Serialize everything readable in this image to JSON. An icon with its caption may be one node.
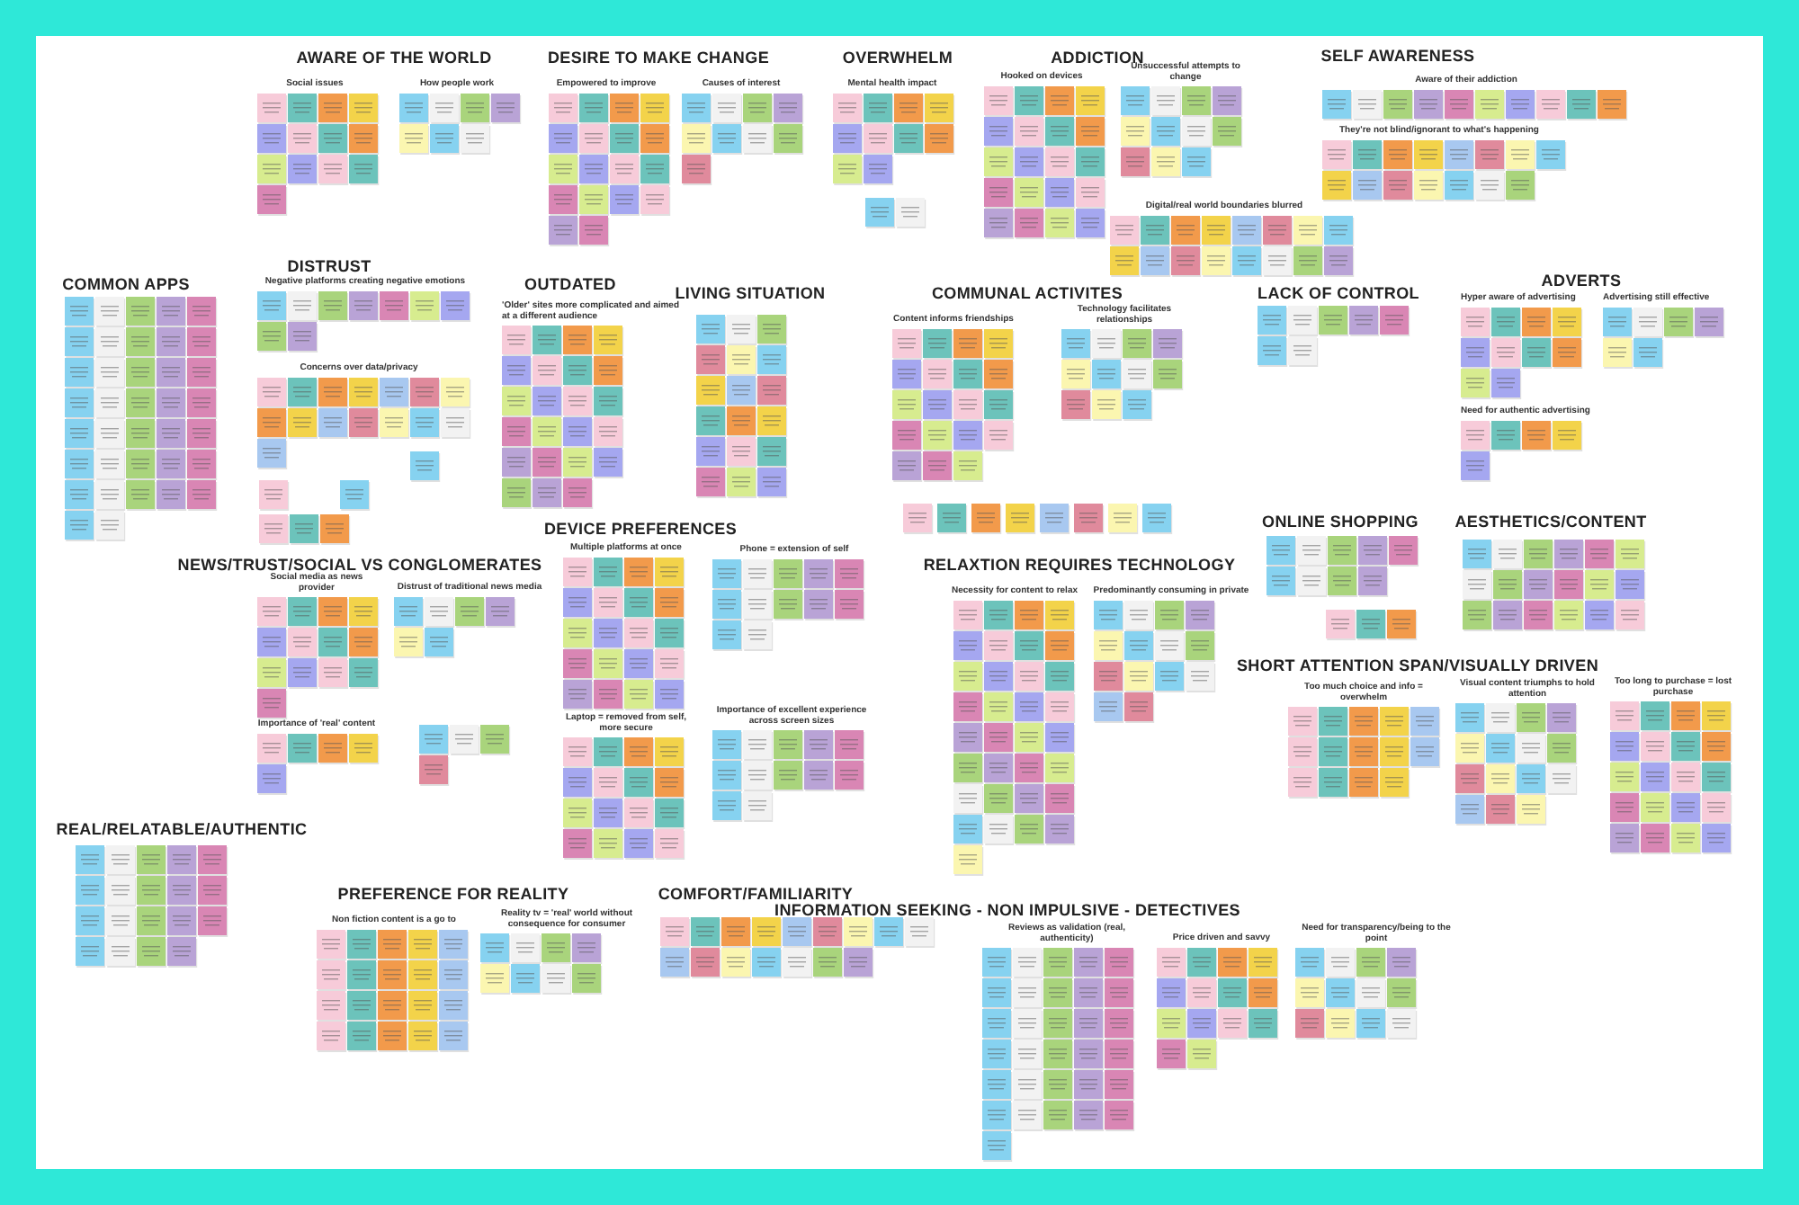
{
  "diagram": {
    "labels": [
      "AWARE OF THE WORLD",
      "Social issues",
      "How people work",
      "DESIRE TO MAKE CHANGE",
      "Empowered to improve",
      "Causes of interest",
      "OVERWHELM",
      "Mental health impact",
      "ADDICTION",
      "Hooked on devices",
      "Unsuccessful attempts to change",
      "SELF AWARENESS",
      "Aware of their addiction",
      "They're not blind/ignorant to what's happening",
      "Digital/real world boundaries blurred",
      "DISTRUST",
      "COMMON APPS",
      "Negative platforms creating negative emotions",
      "OUTDATED",
      "LIVING SITUATION",
      "COMMUNAL ACTIVITES",
      "LACK OF CONTROL",
      "ADVERTS",
      "'Older' sites more complicated and aimed at a different audience",
      "Content informs friendships",
      "Technology facilitates relationships",
      "Hyper aware of advertising",
      "Advertising still effective",
      "Concerns over data/privacy",
      "Need for authentic advertising",
      "ONLINE SHOPPING",
      "AESTHETICS/CONTENT",
      "DEVICE PREFERENCES",
      "Multiple platforms at once",
      "Phone = extension of self",
      "NEWS/TRUST/SOCIAL VS CONGLOMERATES",
      "RELAXTION REQUIRES TECHNOLOGY",
      "Social media as news provider",
      "Distrust of traditional news media",
      "Necessity for content to relax",
      "Predominantly consuming in private",
      "SHORT ATTENTION SPAN/VISUALLY DRIVEN",
      "Too much choice and info = overwhelm",
      "Visual content triumphs to hold attention",
      "Too long to purchase = lost purchase",
      "Importance of 'real' content",
      "Laptop = removed from self, more secure",
      "Importance of excellent experience across screen sizes",
      "REAL/RELATABLE/AUTHENTIC",
      "PREFERENCE FOR REALITY",
      "COMFORT/FAMILIARITY",
      "INFORMATION SEEKING - NON IMPULSIVE - DETECTIVES",
      "Non fiction content is a go to",
      "Reality tv = 'real' world without consequence for consumer",
      "Reviews as validation (real, authenticity)",
      "Price driven and savvy",
      "Need for transparency/being to the point"
    ]
  }
}
